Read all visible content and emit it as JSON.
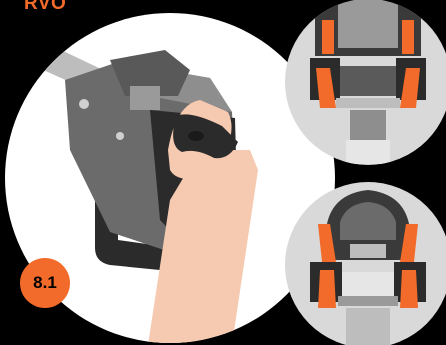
{
  "title": "RVO",
  "step_badge": "8.1",
  "colors": {
    "background": "#000000",
    "accent": "#F26B2A",
    "circle_bg": "#FFFFFF",
    "detail_bg": "#D9D9D9",
    "tool_dark": "#2B2B2B",
    "tool_mid": "#6B6B6B",
    "skin": "#F6C9B1"
  },
  "icons": {
    "main": "press-tool-in-hand-illustration",
    "detail_top": "jaw-open-cross-section-illustration",
    "detail_bottom": "jaw-closed-cross-section-illustration"
  }
}
